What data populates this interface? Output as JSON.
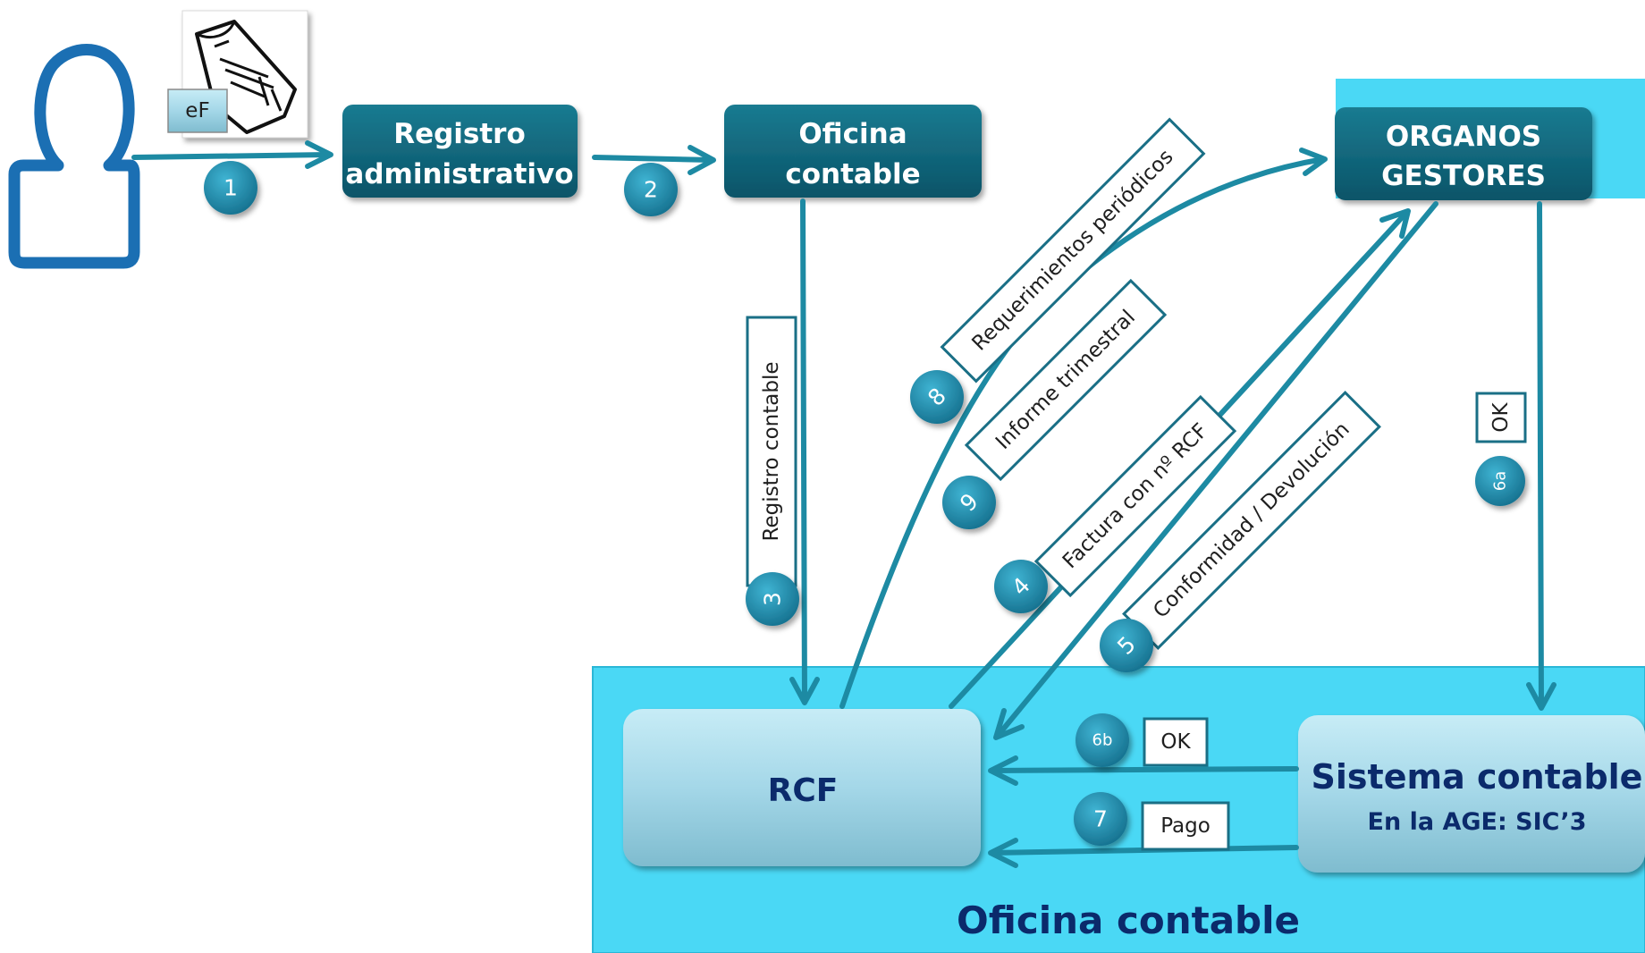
{
  "document": {
    "badge": "eF"
  },
  "nodes": {
    "registro": {
      "line1": "Registro",
      "line2": "administrativo"
    },
    "oficina": {
      "line1": "Oficina",
      "line2": "contable"
    },
    "organos": {
      "line1": "ORGANOS",
      "line2": "GESTORES"
    },
    "rcf": "RCF",
    "sistema": {
      "line1": "Sistema contable",
      "line2": "En la AGE: SIC’3"
    },
    "oficina_region": "Oficina contable"
  },
  "labels": {
    "registro_contable": "Registro contable",
    "requerimientos": "Requerimientos periódicos",
    "informe": "Informe trimestral",
    "factura": "Factura con nº RCF",
    "conformidad": "Conformidad / Devolución",
    "ok_6a": "OK",
    "ok_6b": "OK",
    "pago": "Pago"
  },
  "steps": {
    "s1": "1",
    "s2": "2",
    "s3": "3",
    "s4": "4",
    "s5": "5",
    "s6a": "6a",
    "s6b": "6b",
    "s7": "7",
    "s8": "8",
    "s9": "9"
  },
  "colors": {
    "node_dark": "#0d5f73",
    "arrow": "#1d8aa3",
    "badge": "#1a86a8",
    "region": "#4ad8f5",
    "box_light": "#a8dceb",
    "navy_text": "#0b2a6b",
    "user_icon": "#1b6fb3"
  }
}
